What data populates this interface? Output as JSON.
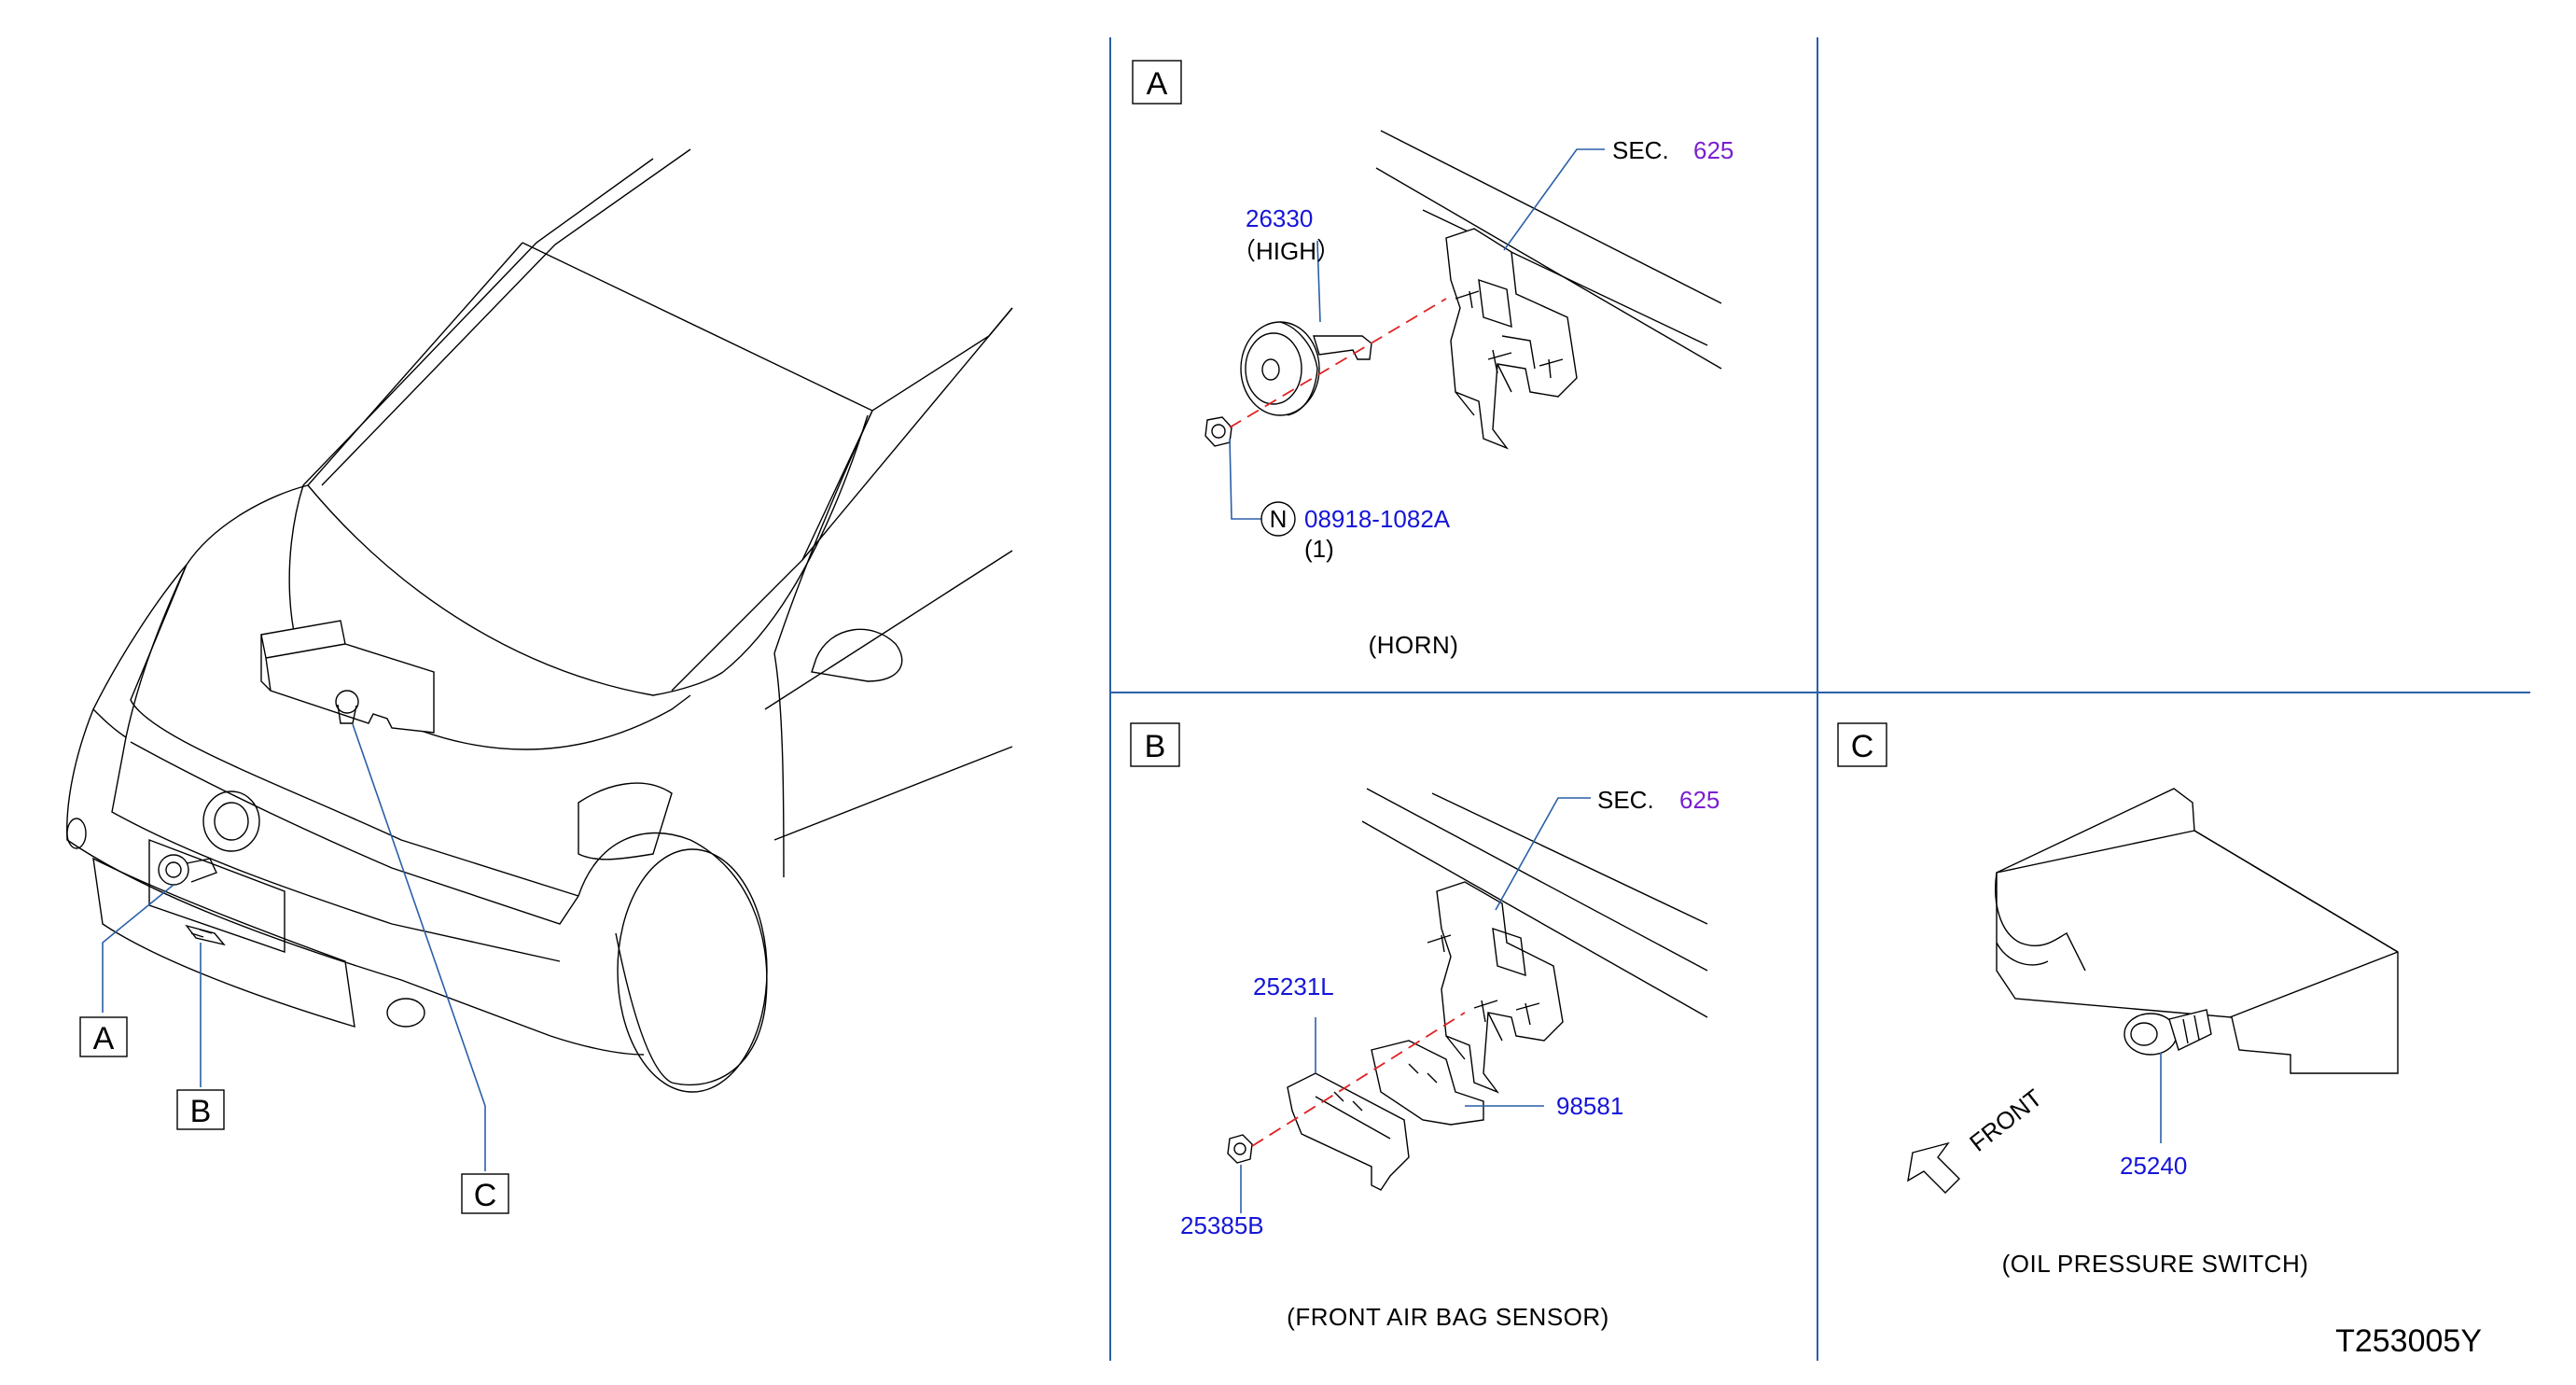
{
  "callout_boxes": {
    "a": "A",
    "b": "B",
    "c": "C"
  },
  "panel_a": {
    "box_label": "A",
    "sec_prefix": "SEC.",
    "sec_number": "625",
    "horn_part_number": "26330",
    "horn_variant": "（HIGH）",
    "nut_symbol": "N",
    "nut_part_number": "08918-1082A",
    "nut_quantity": "(1)",
    "caption": "(HORN)"
  },
  "panel_b": {
    "box_label": "B",
    "sec_prefix": "SEC.",
    "sec_number": "625",
    "bracket_part_number": "25231L",
    "sensor_part_number": "98581",
    "nut_part_number": "25385B",
    "caption": "(FRONT   AIR   BAG   SENSOR)"
  },
  "panel_c": {
    "box_label": "C",
    "front_label": "FRONT",
    "switch_part_number": "25240",
    "caption": "(OIL   PRESSURE   SWITCH)"
  },
  "diagram_code": "T253005Y",
  "colors": {
    "part_number": "#1515d8",
    "section_number": "#7a1fd0",
    "leader_line": "#2a5fa8",
    "center_line": "#e02020"
  }
}
